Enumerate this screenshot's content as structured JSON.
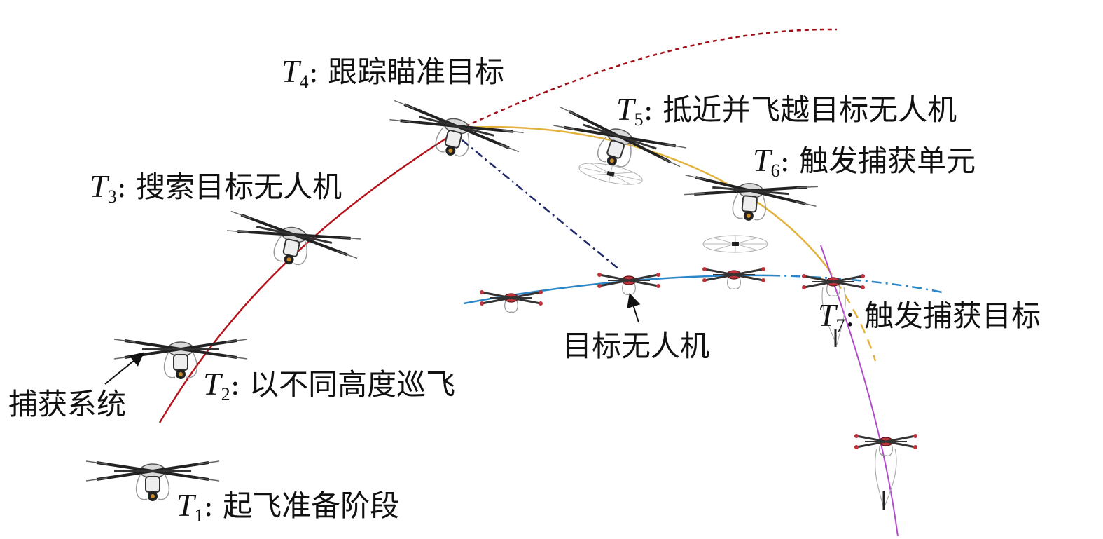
{
  "stages": [
    {
      "symbol": "T",
      "sub": "1",
      "sep": ":",
      "text": "起飞准备阶段"
    },
    {
      "symbol": "T",
      "sub": "2",
      "sep": ":",
      "text": "以不同高度巡飞"
    },
    {
      "symbol": "T",
      "sub": "3",
      "sep": ":",
      "text": "搜索目标无人机"
    },
    {
      "symbol": "T",
      "sub": "4",
      "sep": ":",
      "text": "跟踪瞄准目标"
    },
    {
      "symbol": "T",
      "sub": "5",
      "sep": ":",
      "text": "抵近并飞越目标无人机"
    },
    {
      "symbol": "T",
      "sub": "6",
      "sep": ":",
      "text": "触发捕获单元"
    },
    {
      "symbol": "T",
      "sub": "7",
      "sep": ":",
      "text": "触发捕获目标"
    }
  ],
  "callouts": {
    "capture_system": "捕获系统",
    "target_uav": "目标无人机"
  },
  "colors": {
    "climb_path": "#b5121b",
    "predicted_path": "#a01018",
    "overfly_path": "#e3b23c",
    "target_path": "#2a86c6",
    "aim_line": "#1f2a6b",
    "fall_path": "#b04cc8",
    "capture_drone_arm": "#222222",
    "target_drone_arm": "#c0333a"
  }
}
